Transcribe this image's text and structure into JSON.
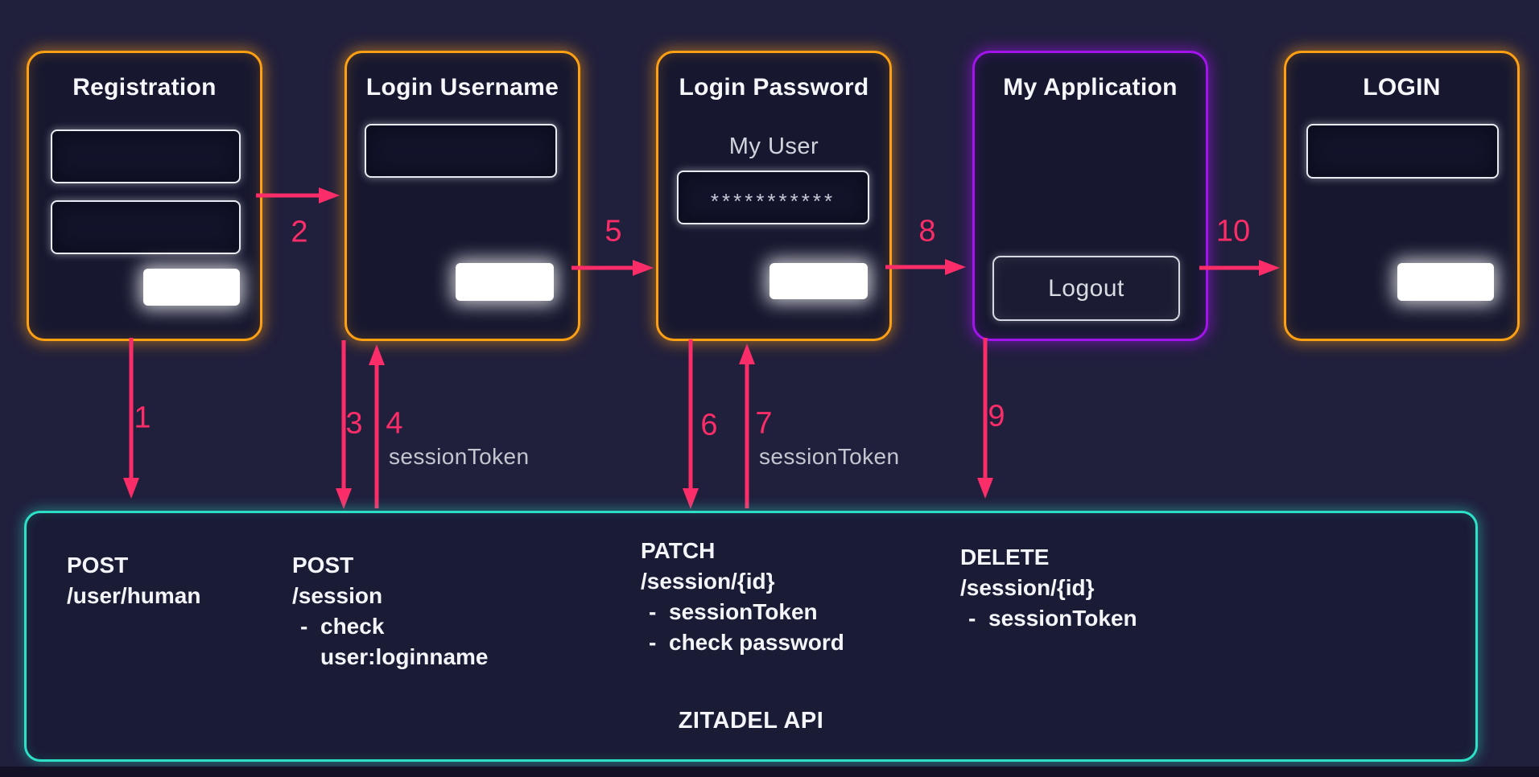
{
  "cards": [
    {
      "title": "Registration"
    },
    {
      "title": "Login Username"
    },
    {
      "title": "Login Password",
      "user_label": "My User",
      "password_mask": "***********"
    },
    {
      "title": "My Application",
      "logout_label": "Logout"
    },
    {
      "title": "LOGIN"
    }
  ],
  "flow": {
    "steps": [
      "1",
      "2",
      "3",
      "4",
      "5",
      "6",
      "7",
      "8",
      "9",
      "10"
    ],
    "session_token_labels": [
      "sessionToken",
      "sessionToken"
    ]
  },
  "api": {
    "title": "ZITADEL API",
    "endpoints": [
      {
        "method": "POST",
        "path": "/user/human",
        "bullets": []
      },
      {
        "method": "POST",
        "path": "/session",
        "bullets": [
          "check\nuser:loginname"
        ]
      },
      {
        "method": "PATCH",
        "path": "/session/{id}",
        "bullets": [
          "sessionToken",
          "check password"
        ]
      },
      {
        "method": "DELETE",
        "path": "/session/{id}",
        "bullets": [
          "sessionToken"
        ]
      }
    ]
  },
  "colors": {
    "background": "#201f3c",
    "card_background": "#171830",
    "accent_orange": "#ffa013",
    "accent_purple": "#a214eb",
    "accent_teal": "#2ce1c8",
    "arrow_pink": "#fa2d68"
  }
}
